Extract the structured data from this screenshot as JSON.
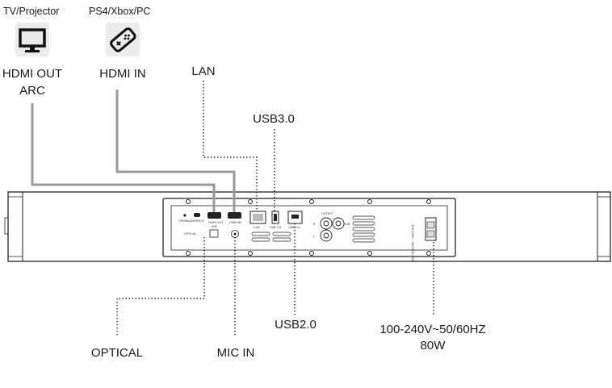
{
  "devices": {
    "tv_label": "TV/Projector",
    "console_label": "PS4/Xbox/PC",
    "tv_icon": "monitor-icon",
    "console_icon": "gamepad-icon"
  },
  "connectors": {
    "hdmi_out_line1": "HDMI OUT",
    "hdmi_out_line2": "ARC",
    "hdmi_in": "HDMI IN",
    "lan": "LAN",
    "usb3": "USB3.0",
    "usb2": "USB2.0",
    "optical": "OPTICAL",
    "mic_in": "MIC IN",
    "power_line1": "100-240V~50/60HZ",
    "power_line2": "80W"
  },
  "panel_labels": {
    "upgrade": "UPGRADE",
    "service": "SERVICE",
    "hdmi_out_arc": "HDMI OUT",
    "arc": "ARC",
    "hdmi_in": "HDMI IN",
    "lan": "LAN",
    "usb3": "USB 3.0",
    "usb2": "USB 2.0",
    "optical": "OPTICAL",
    "output": "OUTPUT",
    "sub": "SUB",
    "rl": "R",
    "ll": "L",
    "power": "100-240V~ 50/60HZ 80W"
  },
  "colors": {
    "line": "#1a1a1a",
    "cable": "#9a9a9a",
    "panel": "#e6e6e6"
  }
}
